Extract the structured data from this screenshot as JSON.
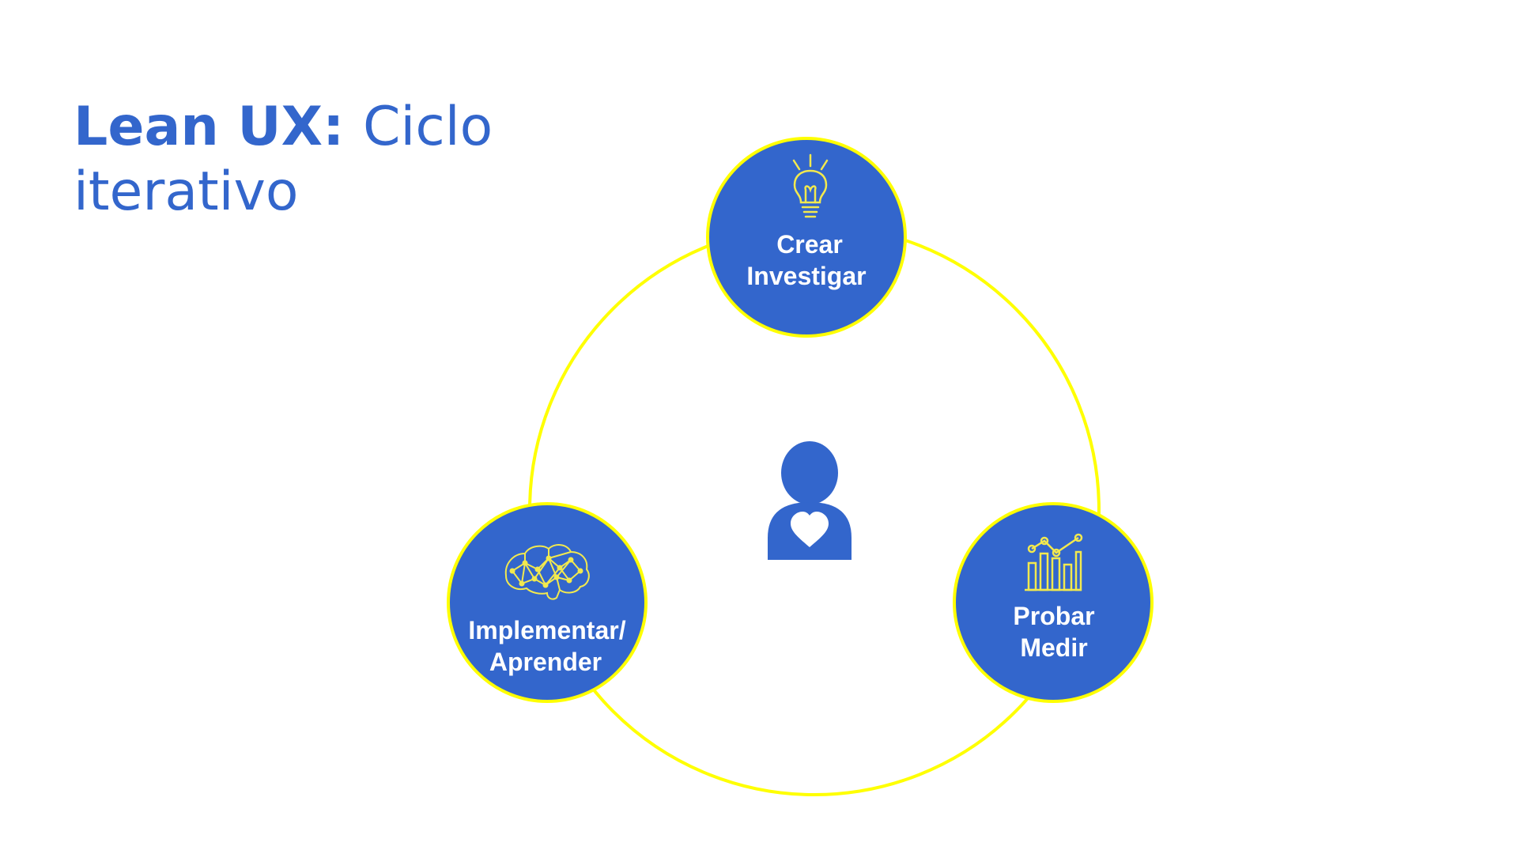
{
  "title": {
    "bold": "Lean UX:",
    "light": "Ciclo iterativo"
  },
  "colors": {
    "accent": "#3366cc",
    "ring": "#ffff00",
    "node_fill": "#3366cc",
    "icon_stroke": "#f2e94e",
    "label": "#ffffff"
  },
  "nodes": [
    {
      "id": "crear",
      "lines": [
        "Crear",
        "Investigar"
      ],
      "icon": "lightbulb-icon"
    },
    {
      "id": "probar",
      "lines": [
        "Probar",
        "Medir"
      ],
      "icon": "bar-chart-icon"
    },
    {
      "id": "implementar",
      "lines": [
        "Implementar/",
        "Aprender"
      ],
      "icon": "brain-icon"
    }
  ],
  "center_icon": "user-heart-icon"
}
